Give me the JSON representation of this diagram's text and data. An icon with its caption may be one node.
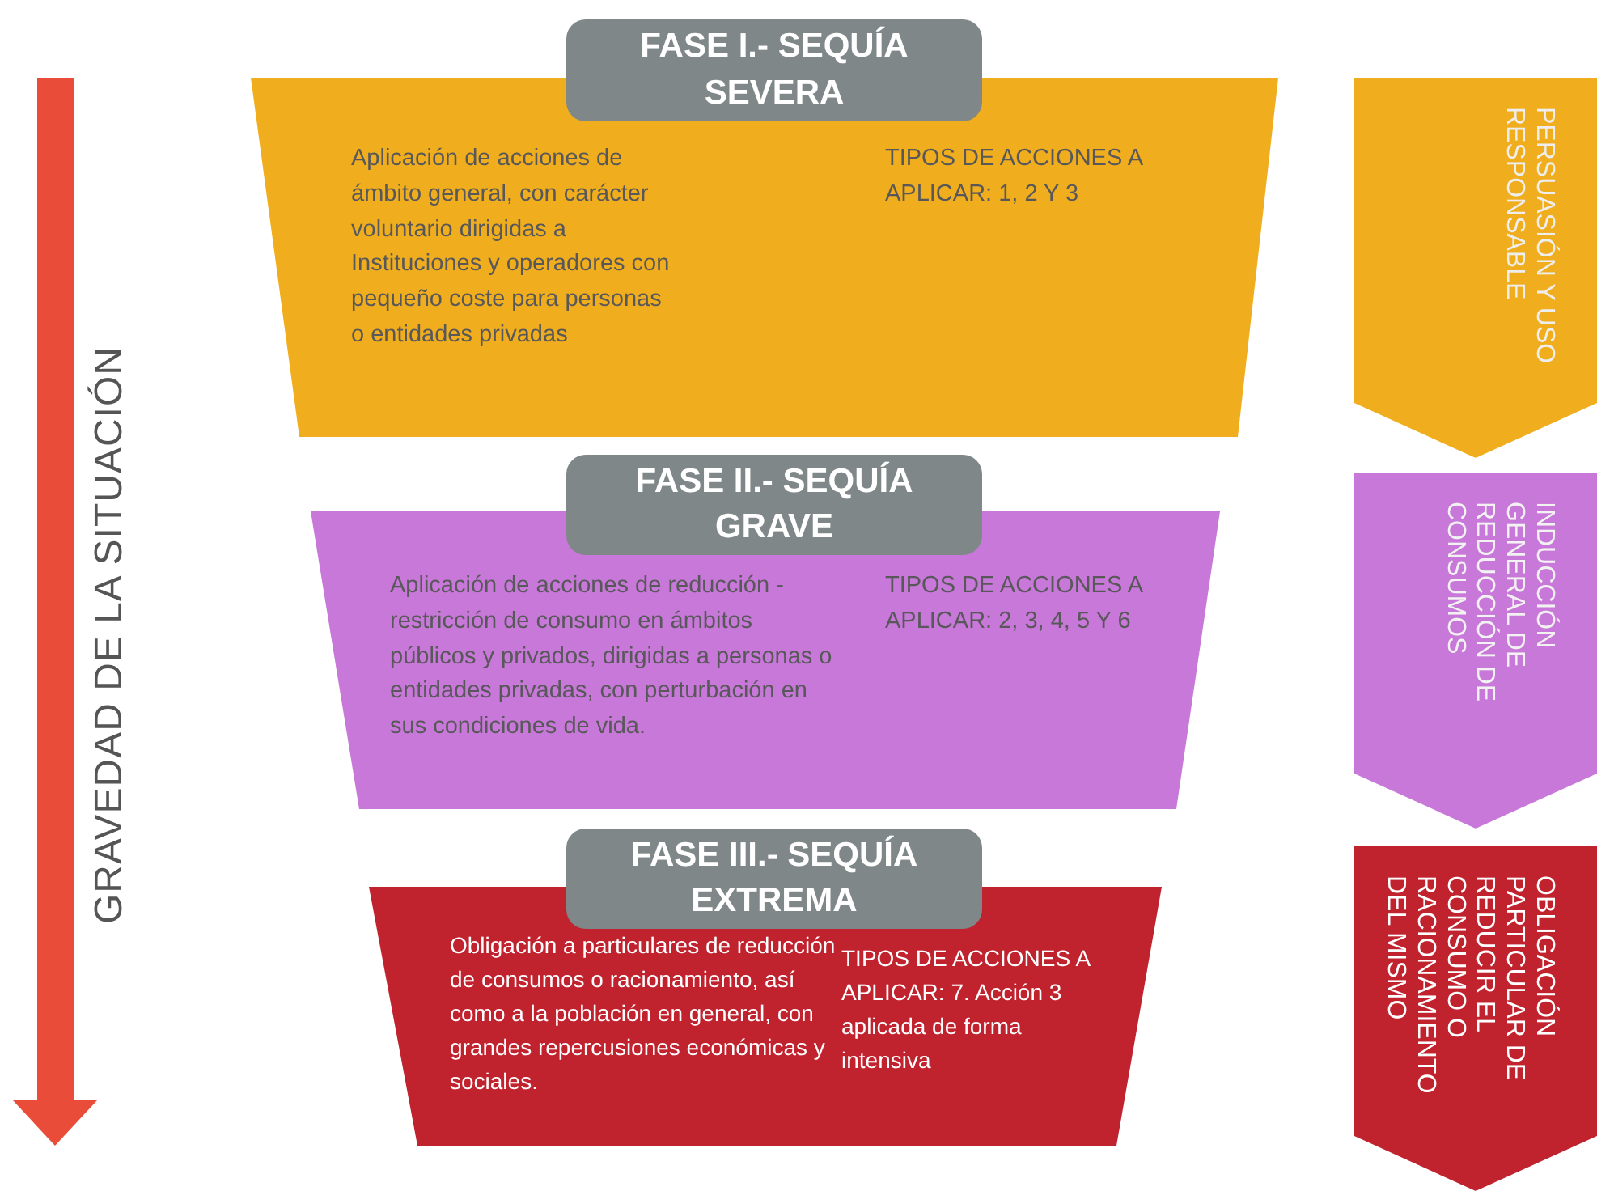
{
  "diagram": {
    "nodes": [
      {
        "text": [
          "FASE I.- SEQUÍA SEVERA"
        ]
      },
      {
        "text": [
          "Aplicación de acciones de ámbito general, con carácter voluntario dirigidas a Instituciones y operadores con pequeño coste para personas o entidades privadas",
          "TIPOS DE ACCIONES A APLICAR: 1, 2 Y 3"
        ]
      },
      {
        "text": [
          "PERSUASIÓN Y USO RESPONSABLE"
        ]
      },
      {
        "text": [
          "FASE II.- SEQUÍA GRAVE"
        ]
      },
      {
        "text": [
          "Aplicación de acciones de reducción - restricción de consumo en ámbitos públicos y privados, dirigidas a personas o entidades privadas, con perturbación en sus condiciones de vida.",
          "TIPOS DE ACCIONES A APLICAR: 2, 3, 4, 5 Y 6"
        ]
      },
      {
        "text": [
          "INDUCCIÓN GENERAL DE REDUCCIÓN DE CONSUMOS"
        ]
      },
      {
        "text": [
          "FASE III.- SEQUÍA EXTREMA"
        ]
      },
      {
        "text": [
          "Obligación a particulares de reducción de consumos o racionamiento, así como a la población en general, con grandes repercusiones económicas y sociales.",
          "TIPOS DE ACCIONES A APLICAR: 7. Acción 3 aplicada de forma intensiva"
        ]
      },
      {
        "text": [
          "OBLIGACIÓN PARTICULAR DE REDUCIR EL CONSUMO O RACIONAMIENTO DEL MISMO"
        ]
      }
    ],
    "labels": [
      "GRAVEDAD DE LA SITUACIÓN"
    ]
  }
}
